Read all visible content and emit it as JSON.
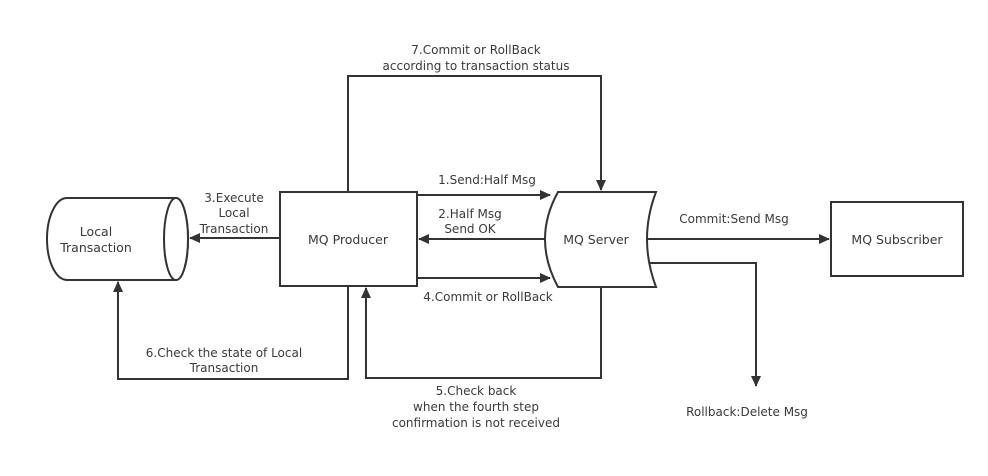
{
  "diagram": {
    "type": "flowchart",
    "title": "RocketMQ transactional message flow",
    "nodes": {
      "local_transaction": {
        "label_lines": [
          "Local",
          "Transaction"
        ],
        "shape": "cylinder"
      },
      "producer": {
        "label": "MQ Producer",
        "shape": "rectangle"
      },
      "server": {
        "label": "MQ Server",
        "shape": "stored-data"
      },
      "subscriber": {
        "label": "MQ Subscriber",
        "shape": "rectangle"
      }
    },
    "edges": {
      "e1": {
        "from": "producer",
        "to": "server",
        "label_lines": [
          "1.Send:Half Msg"
        ]
      },
      "e2": {
        "from": "server",
        "to": "producer",
        "label_lines": [
          "2.Half Msg",
          "Send OK"
        ]
      },
      "e3": {
        "from": "producer",
        "to": "local_transaction",
        "label_lines": [
          "3.Execute",
          "Local",
          "Transaction"
        ]
      },
      "e4": {
        "from": "producer",
        "to": "server",
        "label_lines": [
          "4.Commit or RollBack"
        ]
      },
      "e5": {
        "from": "server",
        "to": "producer",
        "label_lines": [
          "5.Check back",
          "when the fourth step",
          "confirmation is not received"
        ]
      },
      "e6": {
        "from": "producer",
        "to": "local_transaction",
        "label_lines": [
          "6.Check the state of Local",
          "Transaction"
        ]
      },
      "e7": {
        "from": "producer",
        "to": "server",
        "label_lines": [
          "7.Commit or RollBack",
          "according to transaction status"
        ]
      },
      "commit": {
        "from": "server",
        "to": "subscriber",
        "label_lines": [
          "Commit:Send Msg"
        ]
      },
      "rollback": {
        "from": "server",
        "to": "delete",
        "label_lines": [
          "Rollback:Delete Msg"
        ]
      }
    },
    "colors": {
      "stroke": "#333333",
      "text": "#3a3a3a",
      "background": "#ffffff"
    }
  }
}
